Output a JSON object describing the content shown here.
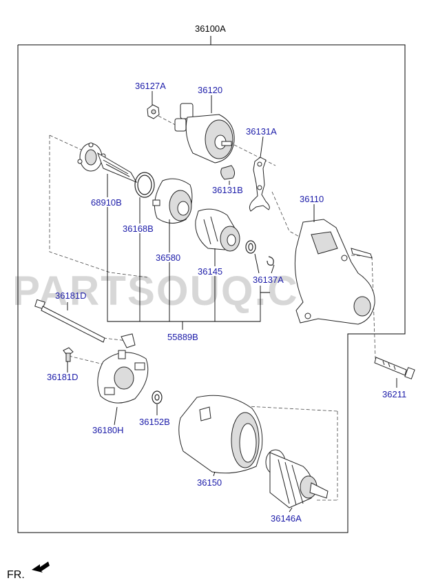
{
  "colors": {
    "label": "#1a1aa8",
    "line": "#000000",
    "part_stroke": "#222222",
    "part_fill": "#ffffff",
    "shade": "#dcdcdc",
    "watermark": "#d0d0d0"
  },
  "watermark": "PARTSOUQ.COM",
  "direction_label": "FR.",
  "parts": {
    "p36100A": "36100A",
    "p36127A": "36127A",
    "p36120": "36120",
    "p36131A": "36131A",
    "p36131B": "36131B",
    "p68910B": "68910B",
    "p36168B": "36168B",
    "p36110": "36110",
    "p36580": "36580",
    "p36145": "36145",
    "p36137A": "36137A",
    "p36181D_top": "36181D",
    "p55889B": "55889B",
    "p36181D_bottom": "36181D",
    "p36211": "36211",
    "p36180H": "36180H",
    "p36152B": "36152B",
    "p36150": "36150",
    "p36146A": "36146A"
  }
}
